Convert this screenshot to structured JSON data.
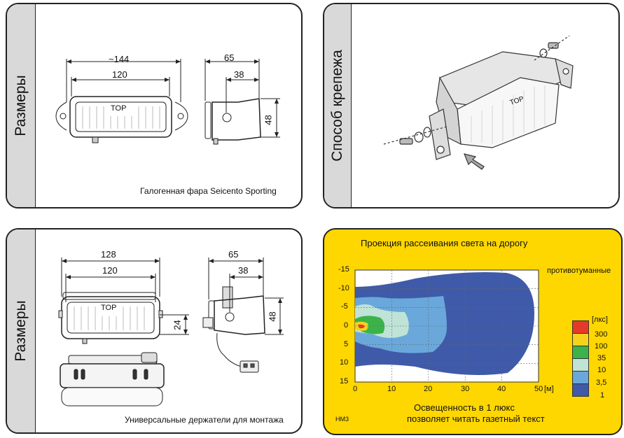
{
  "panel1": {
    "side_label": "Размеры",
    "caption": "Галогенная фара Seicento Sporting",
    "front": {
      "overall_width": "~144",
      "inner_width": "120",
      "lamp_label": "TOP"
    },
    "side": {
      "depth_total": "65",
      "depth_inner": "38",
      "height": "48"
    }
  },
  "panel2": {
    "side_label": "Способ крепежа",
    "lamp_label": "TOP"
  },
  "panel3": {
    "side_label": "Размеры",
    "caption": "Универсальные держатели для монтажа",
    "front": {
      "overall_width": "128",
      "inner_width": "120",
      "lamp_label": "TOP",
      "mount_height": "24"
    },
    "side": {
      "depth_total": "65",
      "depth_inner": "38",
      "height": "48"
    }
  },
  "panel4": {
    "title": "Проекция рассеивания света на дорогу",
    "beam_type": "противотуманные",
    "y_ticks": [
      "-15",
      "-10",
      "-5",
      "0",
      "5",
      "10",
      "15"
    ],
    "x_ticks": [
      "0",
      "10",
      "20",
      "30",
      "40",
      "50"
    ],
    "x_unit": "[м]",
    "legend_unit": "[лкс]",
    "legend": [
      {
        "label": "300",
        "color": "#e53a2a"
      },
      {
        "label": "100",
        "color": "#f5d21c"
      },
      {
        "label": "35",
        "color": "#3bb34a"
      },
      {
        "label": "10",
        "color": "#bfe3d6"
      },
      {
        "label": "3,5",
        "color": "#6aa8dc"
      },
      {
        "label": "1",
        "color": "#3f5aa8"
      }
    ],
    "note_line1": "Освещенность в 1 люкс",
    "note_line2": "позволяет читать газетный текст",
    "code": "HM3"
  }
}
